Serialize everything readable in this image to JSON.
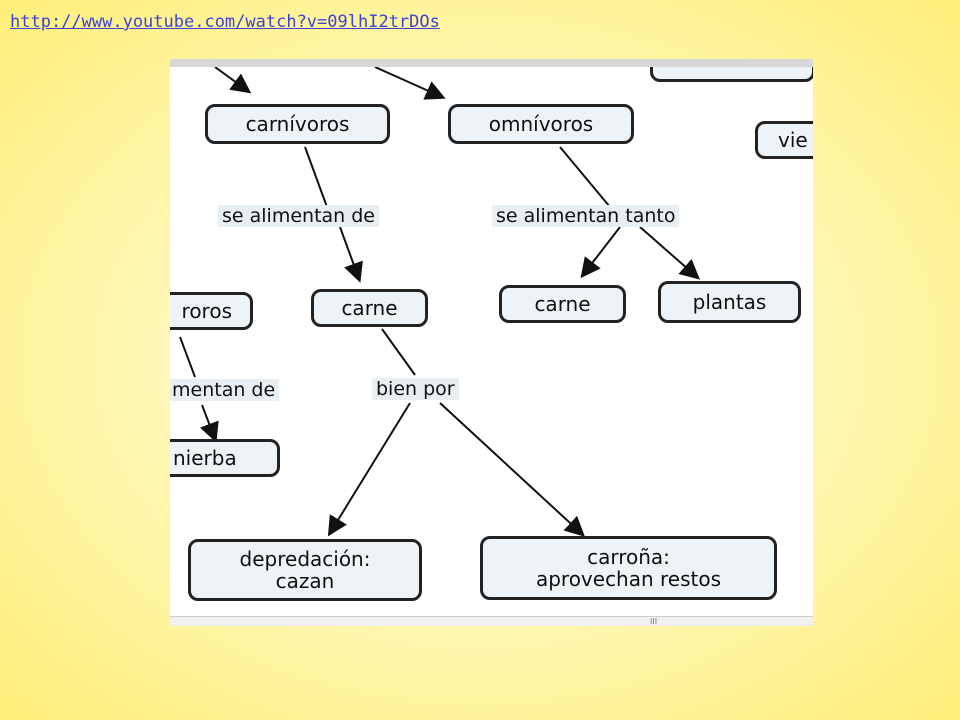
{
  "link": {
    "text": "http://www.youtube.com/watch?v=09lhI2trDOs"
  },
  "nodes": {
    "carnivoros": "carnívoros",
    "omnivoros": "omnívoros",
    "vie_partial": "vie",
    "herbivoros_partial": "roros",
    "carne_carnivoros": "carne",
    "carne_omnivoros": "carne",
    "plantas": "plantas",
    "hierba_partial": "nierba",
    "depredacion_line1": "depredación:",
    "depredacion_line2": "cazan",
    "carrona_line1": "carroña:",
    "carrona_line2": "aprovechan restos"
  },
  "links": {
    "se_alimentan_de": "se alimentan de",
    "se_alimentan_tanto": "se alimentan tanto",
    "alimentan_de_partial": "mentan de",
    "bien_por": "bien por"
  },
  "scrollbar": {
    "grip": "III"
  }
}
